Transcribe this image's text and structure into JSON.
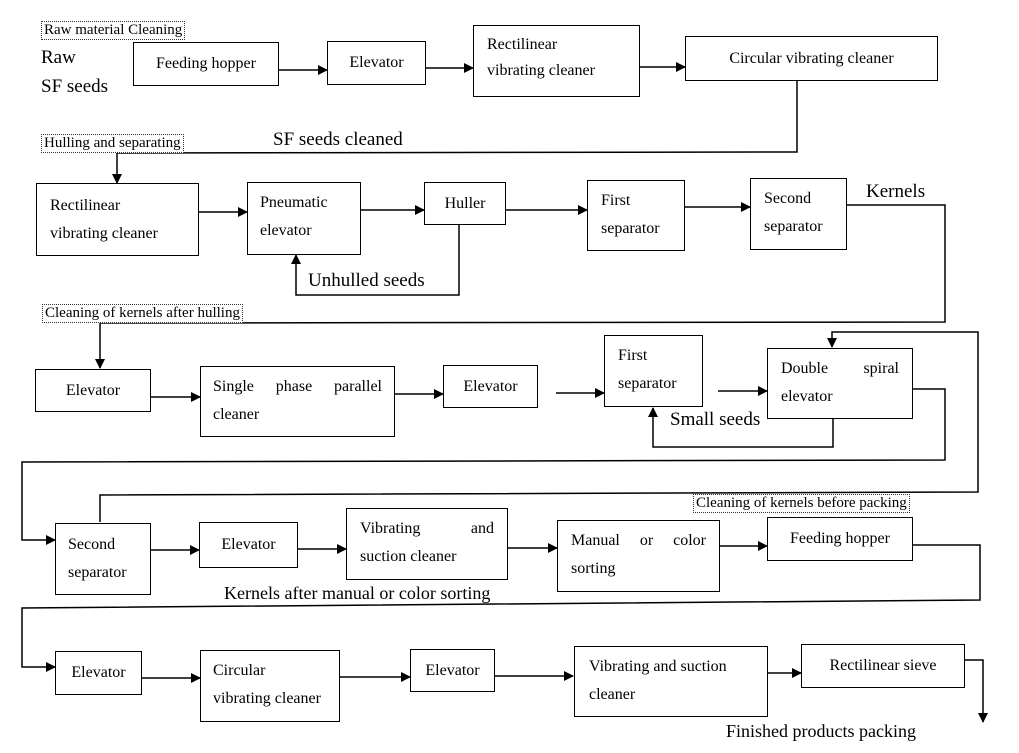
{
  "diagram": {
    "title": "Sunflower seed processing flowchart",
    "sections": {
      "raw_material_cleaning": "Raw material Cleaning",
      "hulling_and_separating": "Hulling and separating",
      "cleaning_after_hulling": "Cleaning of kernels after hulling",
      "cleaning_before_packing": "Cleaning of kernels before packing"
    },
    "labels": {
      "raw_line1": "Raw",
      "raw_line2": "SF seeds",
      "sf_seeds_cleaned": "SF seeds cleaned",
      "kernels": "Kernels",
      "unhulled_seeds": "Unhulled seeds",
      "small_seeds": "Small seeds",
      "kernels_after_sorting": "Kernels after manual or color sorting",
      "finished_products": "Finished products packing"
    },
    "rows": [
      {
        "name": "raw-material-cleaning",
        "steps": [
          {
            "line1": "Feeding hopper",
            "line2": ""
          },
          {
            "line1": "Elevator",
            "line2": ""
          },
          {
            "line1": "Rectilinear",
            "line2": "vibrating cleaner"
          },
          {
            "line1": "Circular vibrating cleaner",
            "line2": ""
          }
        ]
      },
      {
        "name": "hulling-and-separating",
        "steps": [
          {
            "line1": "Rectilinear",
            "line2": "vibrating cleaner"
          },
          {
            "line1": "Pneumatic",
            "line2": "elevator"
          },
          {
            "line1": "Huller",
            "line2": ""
          },
          {
            "line1": "First",
            "line2": "separator"
          },
          {
            "line1": "Second",
            "line2": "separator"
          }
        ]
      },
      {
        "name": "cleaning-after-hulling",
        "steps": [
          {
            "line1": "Elevator",
            "line2": ""
          },
          {
            "line1": "Single phase parallel",
            "line2": "cleaner"
          },
          {
            "line1": "Elevator",
            "line2": ""
          },
          {
            "line1": "First",
            "line2": "separator"
          },
          {
            "line1": "Double spiral",
            "line2": "elevator"
          }
        ]
      },
      {
        "name": "sorting",
        "steps": [
          {
            "line1": "Second",
            "line2": "separator"
          },
          {
            "line1": "Elevator",
            "line2": ""
          },
          {
            "line1": "Vibrating and",
            "line2": "suction cleaner"
          },
          {
            "line1": "Manual or color",
            "line2": "sorting"
          },
          {
            "line1": "Feeding hopper",
            "line2": ""
          }
        ]
      },
      {
        "name": "cleaning-before-packing",
        "steps": [
          {
            "line1": "Elevator",
            "line2": ""
          },
          {
            "line1": "Circular",
            "line2": "vibrating cleaner"
          },
          {
            "line1": "Elevator",
            "line2": ""
          },
          {
            "line1": "Vibrating and suction",
            "line2": "cleaner"
          },
          {
            "line1": "Rectilinear sieve",
            "line2": ""
          }
        ]
      }
    ]
  }
}
